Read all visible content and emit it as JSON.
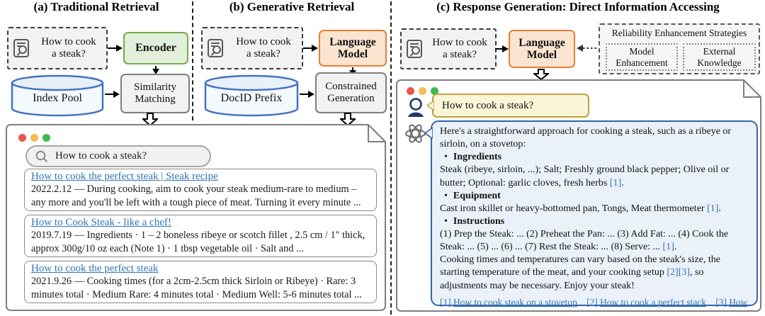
{
  "panels": {
    "a": {
      "title": "(a) Traditional Retrieval",
      "query_line1": "How to cook",
      "query_line2": "a steak?",
      "encoder_label": "Encoder",
      "pool_label": "Index Pool",
      "matcher_label": "Similarity Matching"
    },
    "b": {
      "title": "(b) Generative Retrieval",
      "query_line1": "How to cook",
      "query_line2": "a steak?",
      "lm_label": "Language Model",
      "pool_label": "DocID Prefix",
      "generator_label": "Constrained Generation"
    },
    "c": {
      "title": "(c) Response Generation: Direct Information Accessing",
      "query_line1": "How to cook",
      "query_line2": "a steak?",
      "lm_label": "Language Model",
      "reliability": {
        "title": "Reliability Enhancement Strategies",
        "items": [
          "Model Enhancement",
          "External Knowledge"
        ]
      }
    }
  },
  "search_window": {
    "query": "How to cook a steak?",
    "results": [
      {
        "title": "How to cook the perfect steak | Steak recipe",
        "snippet": "2022.2.12 — During cooking, aim to cook your steak medium-rare to medium – any more and you'll be left with a tough piece of meat. Turning it every minute ..."
      },
      {
        "title": "How to Cook Steak - like a chef!",
        "snippet": "2019.7.19 — Ingredients · 1 – 2 boneless ribeye or scotch fillet , 2.5 cm / 1\" thick, approx 300g/10 oz each (Note 1) · 1 tbsp vegetable oil · Salt and ..."
      },
      {
        "title": "How to cook the perfect steak",
        "snippet": "2021.9.26 — Cooking times (for a 2cm-2.5cm thick Sirloin or Ribeye) · Rare: 3 minutes total · Medium Rare: 4 minutes total · Medium Well: 5-6 minutes total ..."
      }
    ]
  },
  "chat_window": {
    "user_message": "How to cook a steak?",
    "assistant": {
      "bullet": "•",
      "intro": "Here's a straightforward approach for cooking a steak, such as a ribeye or sirloin, on a stovetop:",
      "sections": [
        {
          "heading": "Ingredients",
          "body": "Steak (ribeye, sirloin, ...); Salt; Freshly ground black pepper; Olive oil or butter; Optional: garlic cloves, fresh herbs [1]."
        },
        {
          "heading": "Equipment",
          "body": "Cast iron skillet or heavy-bottomed pan, Tongs, Meat thermometer [1]."
        },
        {
          "heading": "Instructions",
          "body": "(1) Prep the Steak: ... (2) Preheat the Pan: ... (3) Add Fat: ... (4) Cook the Steak: ... (5) ... (6) ... (7) Rest the Steak: ... (8) Serve: ... [1]."
        }
      ],
      "outro": "Cooking times and temperatures can vary based on the steak's size, the starting temperature of the meat, and your cooking setup [2][3], so adjustments may be necessary. Enjoy your steak!",
      "citations": [
        {
          "marker": "[1]",
          "label": "How to cook steak on a stovetop"
        },
        {
          "marker": "[2]",
          "label": "How to cook a perfect stack"
        },
        {
          "marker": "[3]",
          "label": "How ..."
        }
      ]
    }
  },
  "icons": {
    "query_icon": "document-search",
    "search_icon": "magnifier",
    "user_icon": "person",
    "assistant_icon": "openai-logo",
    "window_corner": "page-curl"
  },
  "colors": {
    "encoder_fill": "#E2EFDA",
    "encoder_border": "#70AD47",
    "lm_fill": "#FBE5D0",
    "lm_border": "#ED7D31",
    "cylinder_border": "#4472C4",
    "link_blue": "#2E75B6",
    "user_bubble_fill": "#FCF5D8",
    "user_bubble_border": "#BFA33F",
    "asst_bubble_fill": "#EBF1F9",
    "asst_bubble_border": "#3465A8",
    "traffic_lights": [
      "#E9564B",
      "#F5BD4F",
      "#3FBA4E"
    ]
  }
}
